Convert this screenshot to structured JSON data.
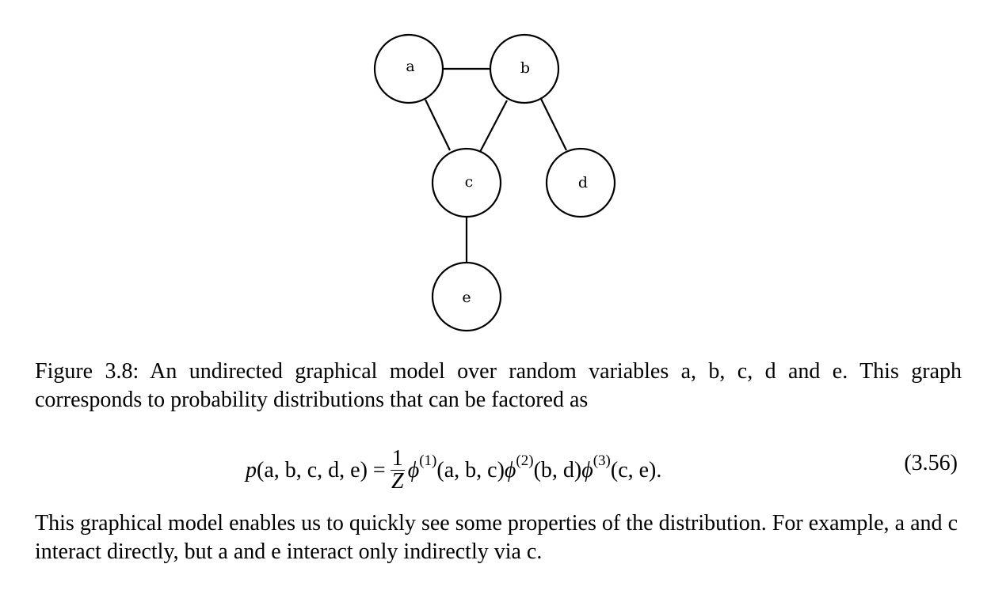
{
  "figure": {
    "nodes": [
      {
        "id": "a",
        "label": "a"
      },
      {
        "id": "b",
        "label": "b"
      },
      {
        "id": "c",
        "label": "c"
      },
      {
        "id": "d",
        "label": "d"
      },
      {
        "id": "e",
        "label": "e"
      }
    ],
    "edges": [
      [
        "a",
        "b"
      ],
      [
        "a",
        "c"
      ],
      [
        "b",
        "c"
      ],
      [
        "b",
        "d"
      ],
      [
        "c",
        "e"
      ]
    ],
    "caption": "Figure 3.8: An undirected graphical model over random variables a, b, c, d and e. This graph corresponds to probability distributions that can be factored as"
  },
  "equation": {
    "lhs_p": "p",
    "lhs_args": "(a, b, c, d, e) =",
    "frac_num": "1",
    "frac_den": "Z",
    "phi": "ϕ",
    "sup1": "(1)",
    "args1": "(a, b, c)",
    "sup2": "(2)",
    "args2": "(b, d)",
    "sup3": "(3)",
    "args3": "(c, e).",
    "number": "(3.56)"
  },
  "paragraph": "This graphical model enables us to quickly see some properties of the distribution. For example, a and c interact directly, but a and e interact only indirectly via c."
}
